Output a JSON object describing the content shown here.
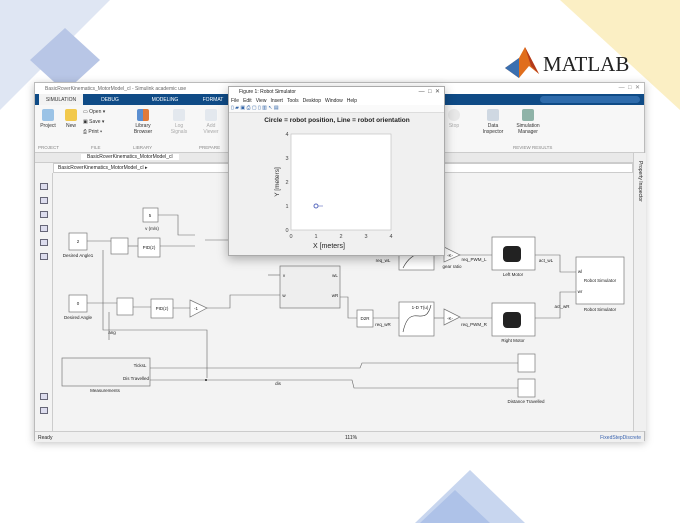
{
  "brand": {
    "logo_text": "MATLAB"
  },
  "window": {
    "title": "BasicRoverKinematics_MotorModel_cl - Simulink academic use",
    "tabs": [
      "SIMULATION",
      "DEBUG",
      "MODELING",
      "FORMAT"
    ],
    "ribbon": {
      "project": "Project",
      "new": "New",
      "open": "Open",
      "save": "Save",
      "print": "Print",
      "library_browser": "Library Browser",
      "log_signals": "Log Signals",
      "add_viewer": "Add Viewer",
      "stop": "Stop",
      "data_inspector": "Data Inspector",
      "simulation_manager": "Simulation Manager",
      "sections": {
        "project": "PROJECT",
        "file": "FILE",
        "library": "LIBRARY",
        "prepare": "PREPARE",
        "review": "REVIEW RESULTS"
      }
    },
    "doc_tab": "BasicRoverKinematics_MotorModel_cl",
    "breadcrumb": "BasicRoverKinematics_MotorModel_cl",
    "property_inspector": "Property Inspector",
    "status": {
      "left": "Ready",
      "zoom": "111%",
      "solver": "FixedStepDiscrete"
    }
  },
  "figure": {
    "title": "Figure 1: Robot Simulator",
    "menu": [
      "File",
      "Edit",
      "View",
      "Insert",
      "Tools",
      "Desktop",
      "Window",
      "Help"
    ],
    "plot_title": "Circle = robot position, Line = robot orientation",
    "xlabel": "X [meters]",
    "ylabel": "Y [meters]",
    "xticks": [
      "0",
      "1",
      "2",
      "3",
      "4"
    ],
    "yticks": [
      "0",
      "1",
      "2",
      "3",
      "4"
    ],
    "robot": {
      "x": 1,
      "y": 1
    }
  },
  "diagram": {
    "const_v": "5",
    "const_v_label": "v (m/s)",
    "const_a1": "2",
    "const_a1_label": "Desired Angle1",
    "const_a": "0",
    "const_a_label": "Desired Angle",
    "pid": "PID(z)",
    "gain_neg": "-1",
    "gain_k": "-K-",
    "d2r": "D2R",
    "lookup": "1-D T(u)",
    "req_wL": "req_wL",
    "req_wR": "req_wR",
    "req_pwm_l": "req_PWM_L",
    "req_pwm_r": "req_PWM_R",
    "gear_ratio": "gear ratio",
    "left_motor": "Left Motor",
    "right_motor": "Right Motor",
    "act_wL": "act_wL",
    "act_wR": "act_wR",
    "robot_sim": "Robot Simulator",
    "port_wl": "wl",
    "port_wr": "wr",
    "port_v": "v",
    "port_w": "w",
    "port_wL": "wL",
    "port_wR": "wR",
    "measurements": "Measurements",
    "ticks": "TicksL",
    "dis_travelled": "Dis Travelled",
    "ang": "ang",
    "dis": "dis",
    "distance_travelled": "Distance Travelled"
  }
}
